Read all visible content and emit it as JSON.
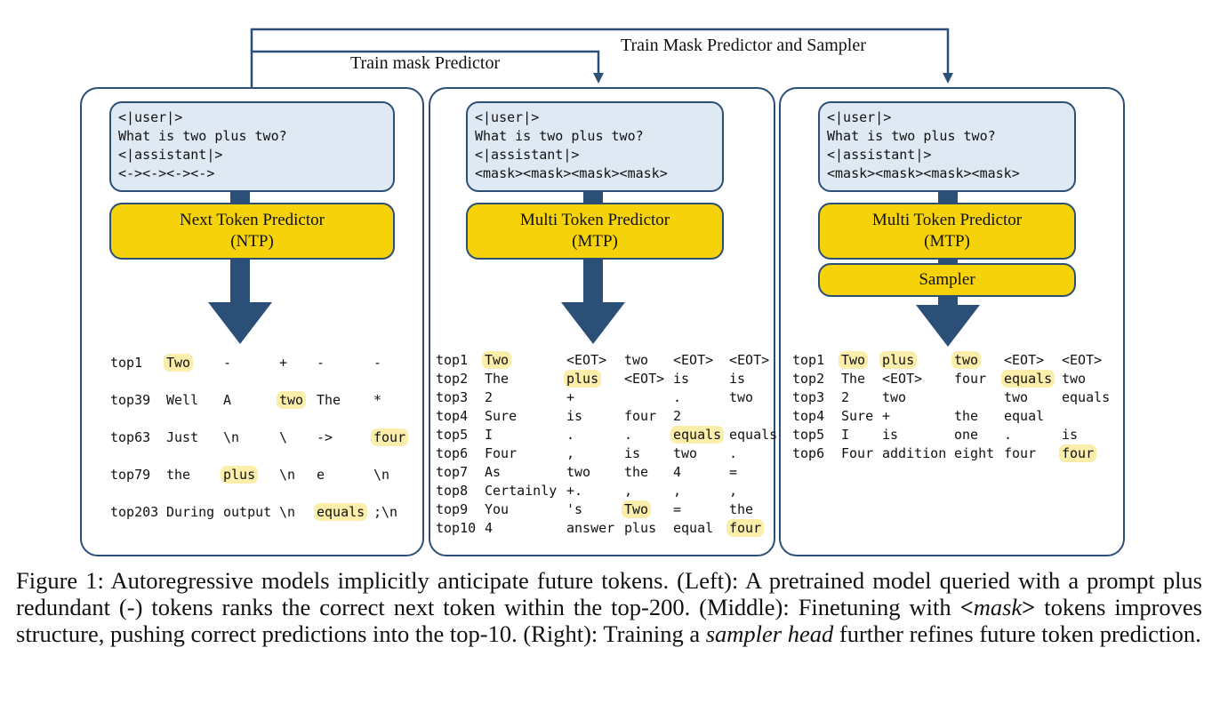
{
  "arrows_labels": {
    "train_mask_predictor": "Train mask Predictor",
    "train_mask_predictor_and_sampler": "Train Mask Predictor and Sampler"
  },
  "panels": [
    {
      "prompt": [
        "<|user|>",
        "What is two plus two?",
        "<|assistant|>",
        "<-><-><-><->"
      ],
      "model_line1": "Next Token Predictor",
      "model_line2": "(NTP)",
      "sampler": null,
      "rows": [
        {
          "label": "top1",
          "cells": [
            "Two",
            "-",
            "+",
            "-",
            "-"
          ],
          "hl": [
            0
          ]
        },
        {
          "label": "top39",
          "cells": [
            "Well",
            "A",
            "two",
            "The",
            "*"
          ],
          "hl": [
            2
          ]
        },
        {
          "label": "top63",
          "cells": [
            "Just",
            "\\n",
            "\\",
            "->",
            "four"
          ],
          "hl": [
            4
          ]
        },
        {
          "label": "top79",
          "cells": [
            "the",
            "plus",
            "\\n",
            "e",
            "\\n"
          ],
          "hl": [
            1
          ]
        },
        {
          "label": "top203",
          "cells": [
            "During",
            "output",
            "\\n",
            "equals",
            ";\\n"
          ],
          "hl": [
            3
          ]
        }
      ]
    },
    {
      "prompt": [
        "<|user|>",
        "What is two plus two?",
        "<|assistant|>",
        "<mask><mask><mask><mask>"
      ],
      "model_line1": "Multi Token Predictor",
      "model_line2": "(MTP)",
      "sampler": null,
      "rows": [
        {
          "label": "top1",
          "cells": [
            "Two",
            "<EOT>",
            "two",
            "<EOT>",
            "<EOT>"
          ],
          "hl": [
            0
          ]
        },
        {
          "label": "top2",
          "cells": [
            "The",
            "plus",
            "<EOT>",
            "is",
            "is"
          ],
          "hl": [
            1
          ]
        },
        {
          "label": "top3",
          "cells": [
            "2",
            "+",
            "",
            ".",
            "two"
          ],
          "hl": []
        },
        {
          "label": "top4",
          "cells": [
            "Sure",
            "is",
            "four",
            "2",
            ""
          ],
          "hl": []
        },
        {
          "label": "top5",
          "cells": [
            "I",
            ".",
            ".",
            "equals",
            "equals"
          ],
          "hl": [
            3
          ]
        },
        {
          "label": "top6",
          "cells": [
            "Four",
            ",",
            "is",
            "two",
            "."
          ],
          "hl": []
        },
        {
          "label": "top7",
          "cells": [
            "As",
            "two",
            "the",
            "4",
            "="
          ],
          "hl": []
        },
        {
          "label": "top8",
          "cells": [
            "Certainly",
            "+.",
            ",",
            ",",
            ","
          ],
          "hl": []
        },
        {
          "label": "top9",
          "cells": [
            "You",
            "'s",
            "Two",
            "=",
            "the"
          ],
          "hl": [
            2
          ]
        },
        {
          "label": "top10",
          "cells": [
            "4",
            "answer",
            "plus",
            "equal",
            "four"
          ],
          "hl": [
            4
          ]
        }
      ]
    },
    {
      "prompt": [
        "<|user|>",
        "What is two plus two?",
        "<|assistant|>",
        "<mask><mask><mask><mask>"
      ],
      "model_line1": "Multi Token Predictor",
      "model_line2": "(MTP)",
      "sampler": "Sampler",
      "rows": [
        {
          "label": "top1",
          "cells": [
            "Two",
            "plus",
            "two",
            "<EOT>",
            "<EOT>"
          ],
          "hl": [
            0,
            1,
            2
          ]
        },
        {
          "label": "top2",
          "cells": [
            "The",
            "<EOT>",
            "four",
            "equals",
            "two"
          ],
          "hl": [
            3
          ]
        },
        {
          "label": "top3",
          "cells": [
            "2",
            "two",
            "",
            "two",
            "equals"
          ],
          "hl": []
        },
        {
          "label": "top4",
          "cells": [
            "Sure",
            "+",
            "the",
            "equal",
            ""
          ],
          "hl": []
        },
        {
          "label": "top5",
          "cells": [
            "I",
            "is",
            "one",
            ".",
            "is"
          ],
          "hl": []
        },
        {
          "label": "top6",
          "cells": [
            "Four",
            "addition",
            "eight",
            "four",
            "four"
          ],
          "hl": [
            4
          ]
        }
      ]
    }
  ],
  "caption": {
    "part1": "Figure 1: Autoregressive models implicitly anticipate future tokens. (Left): A pretrained model queried with a prompt plus redundant (-) tokens ranks the correct next token within the top-200. (Middle): Finetuning with ",
    "part2": "<",
    "part3": "mask",
    "part4": ">",
    "part5": " tokens improves structure, pushing correct predictions into the top-10. (Right): Training a ",
    "part6": "sampler head",
    "part7": " further refines future token prediction."
  },
  "colors": {
    "border": "#2b4f77",
    "prompt_bg": "#dfe9f3",
    "model_bg": "#f5d20a",
    "highlight": "#fbeeaa"
  }
}
